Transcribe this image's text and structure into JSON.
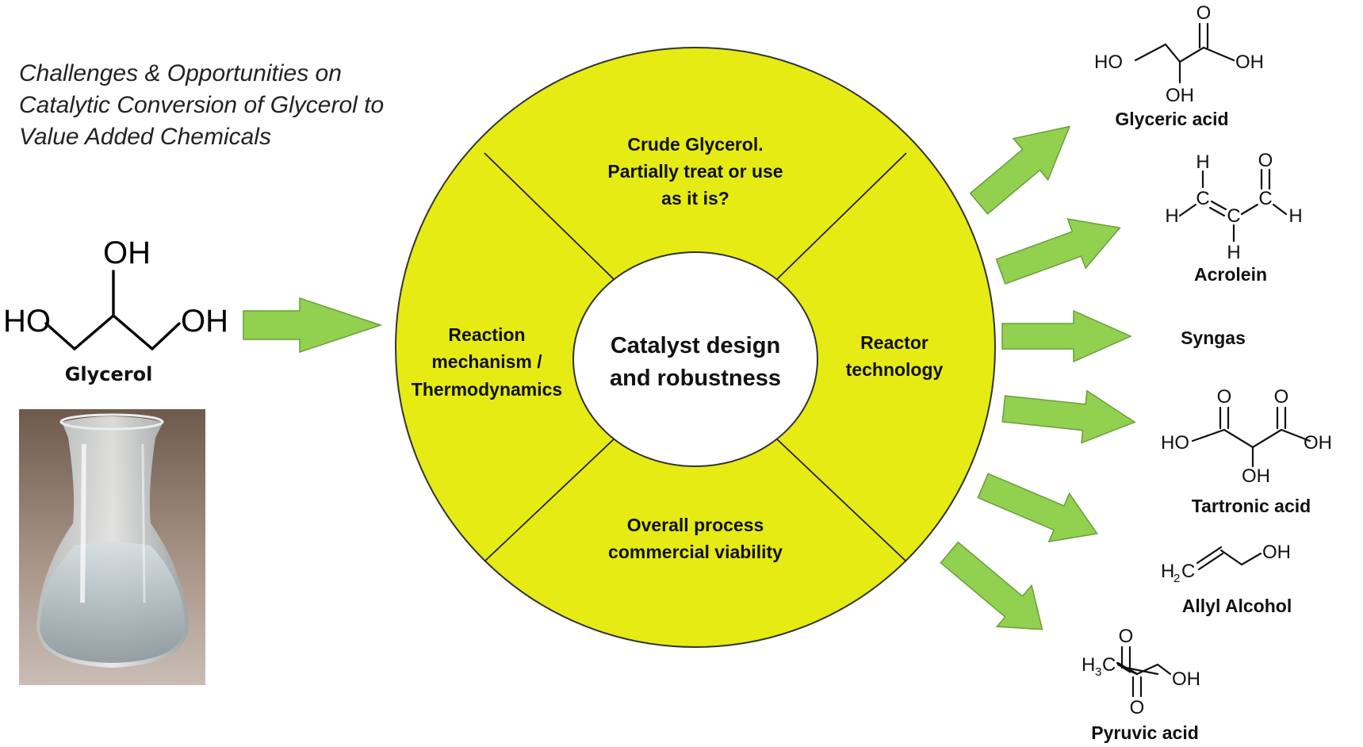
{
  "title": {
    "lines": [
      "Challenges & Opportunities on",
      "Catalytic Conversion of Glycerol to",
      "Value Added Chemicals"
    ]
  },
  "feedstock": {
    "name": "Glycerol",
    "atoms": {
      "oh": "OH",
      "ho": "HO"
    }
  },
  "wheel": {
    "fill": "#e6eb14",
    "center": [
      "Catalyst design",
      "and robustness"
    ],
    "top": [
      "Crude Glycerol.",
      "Partially treat or use",
      "as it is?"
    ],
    "left": [
      "Reaction",
      "mechanism /",
      "Thermodynamics"
    ],
    "right": [
      "Reactor",
      "technology"
    ],
    "bottom": [
      "Overall process",
      "commercial viability"
    ]
  },
  "products": {
    "glyceric_acid": {
      "name": "Glyceric acid",
      "atoms": {
        "o": "O",
        "ho": "HO",
        "oh": "OH"
      }
    },
    "acrolein": {
      "name": "Acrolein",
      "atoms": {
        "h": "H",
        "c": "C",
        "o": "O"
      }
    },
    "syngas": {
      "name": "Syngas"
    },
    "tartronic_acid": {
      "name": "Tartronic acid",
      "atoms": {
        "o": "O",
        "ho": "HO",
        "oh": "OH"
      }
    },
    "allyl_alcohol": {
      "name": "Allyl Alcohol",
      "atoms": {
        "h": "H",
        "sub2": "2",
        "c": "C",
        "oh": "OH"
      }
    },
    "pyruvic_acid": {
      "name": "Pyruvic acid",
      "atoms": {
        "h": "H",
        "sub3": "3",
        "c": "C",
        "o": "O",
        "oh": "OH"
      }
    }
  },
  "colors": {
    "arrow": "#92d050",
    "wheel": "#e6eb14"
  }
}
